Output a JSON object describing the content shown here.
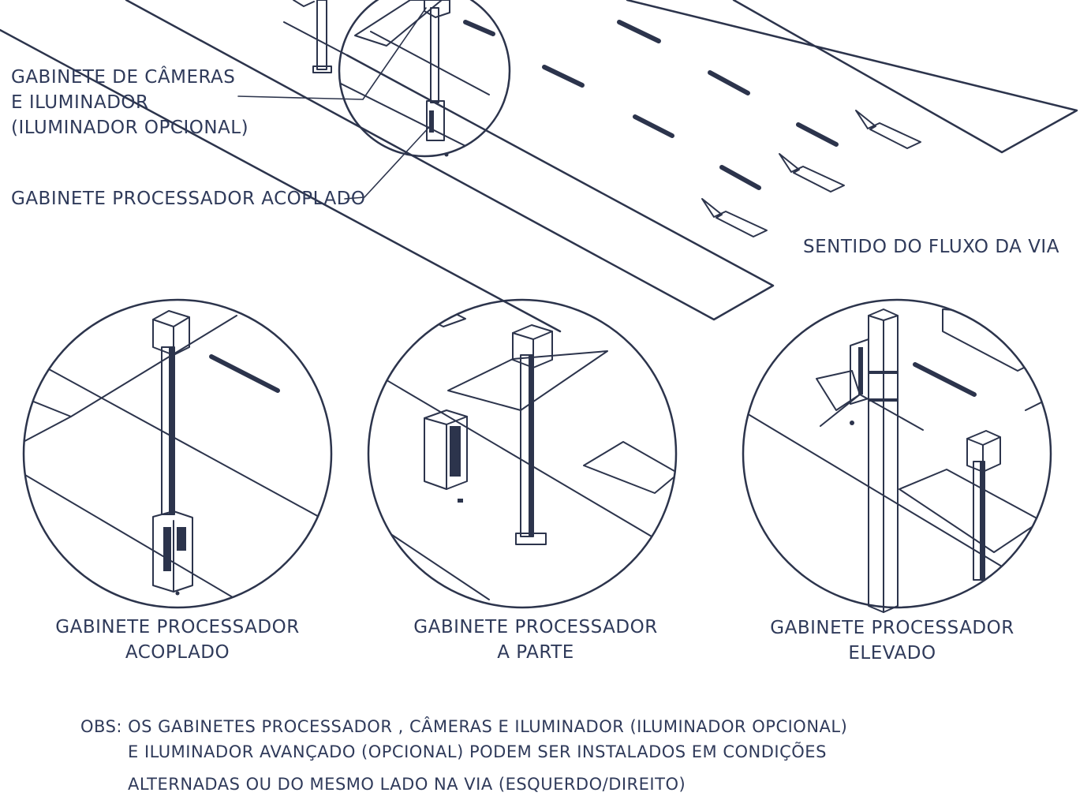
{
  "main": {
    "label_cameras": [
      "GABINETE DE CÂMERAS",
      "E ILUMINADOR",
      "(ILUMINADOR OPCIONAL)"
    ],
    "label_processor_top": "GABINETE PROCESSADOR ACOPLADO",
    "label_flow": "SENTIDO DO FLUXO DA VIA"
  },
  "details": [
    {
      "line1": "GABINETE PROCESSADOR",
      "line2": "ACOPLADO"
    },
    {
      "line1": "GABINETE PROCESSADOR",
      "line2": "A PARTE"
    },
    {
      "line1": "GABINETE PROCESSADOR",
      "line2": "ELEVADO"
    }
  ],
  "note": {
    "line1": "OBS: OS GABINETES  PROCESSADOR , CÂMERAS E ILUMINADOR  (ILUMINADOR OPCIONAL)",
    "line2": "E ILUMINADOR AVANÇADO (OPCIONAL)  PODEM SER INSTALADOS EM CONDIÇÕES",
    "line3": "ALTERNADAS OU DO MESMO LADO NA VIA (ESQUERDO/DIREITO)"
  }
}
